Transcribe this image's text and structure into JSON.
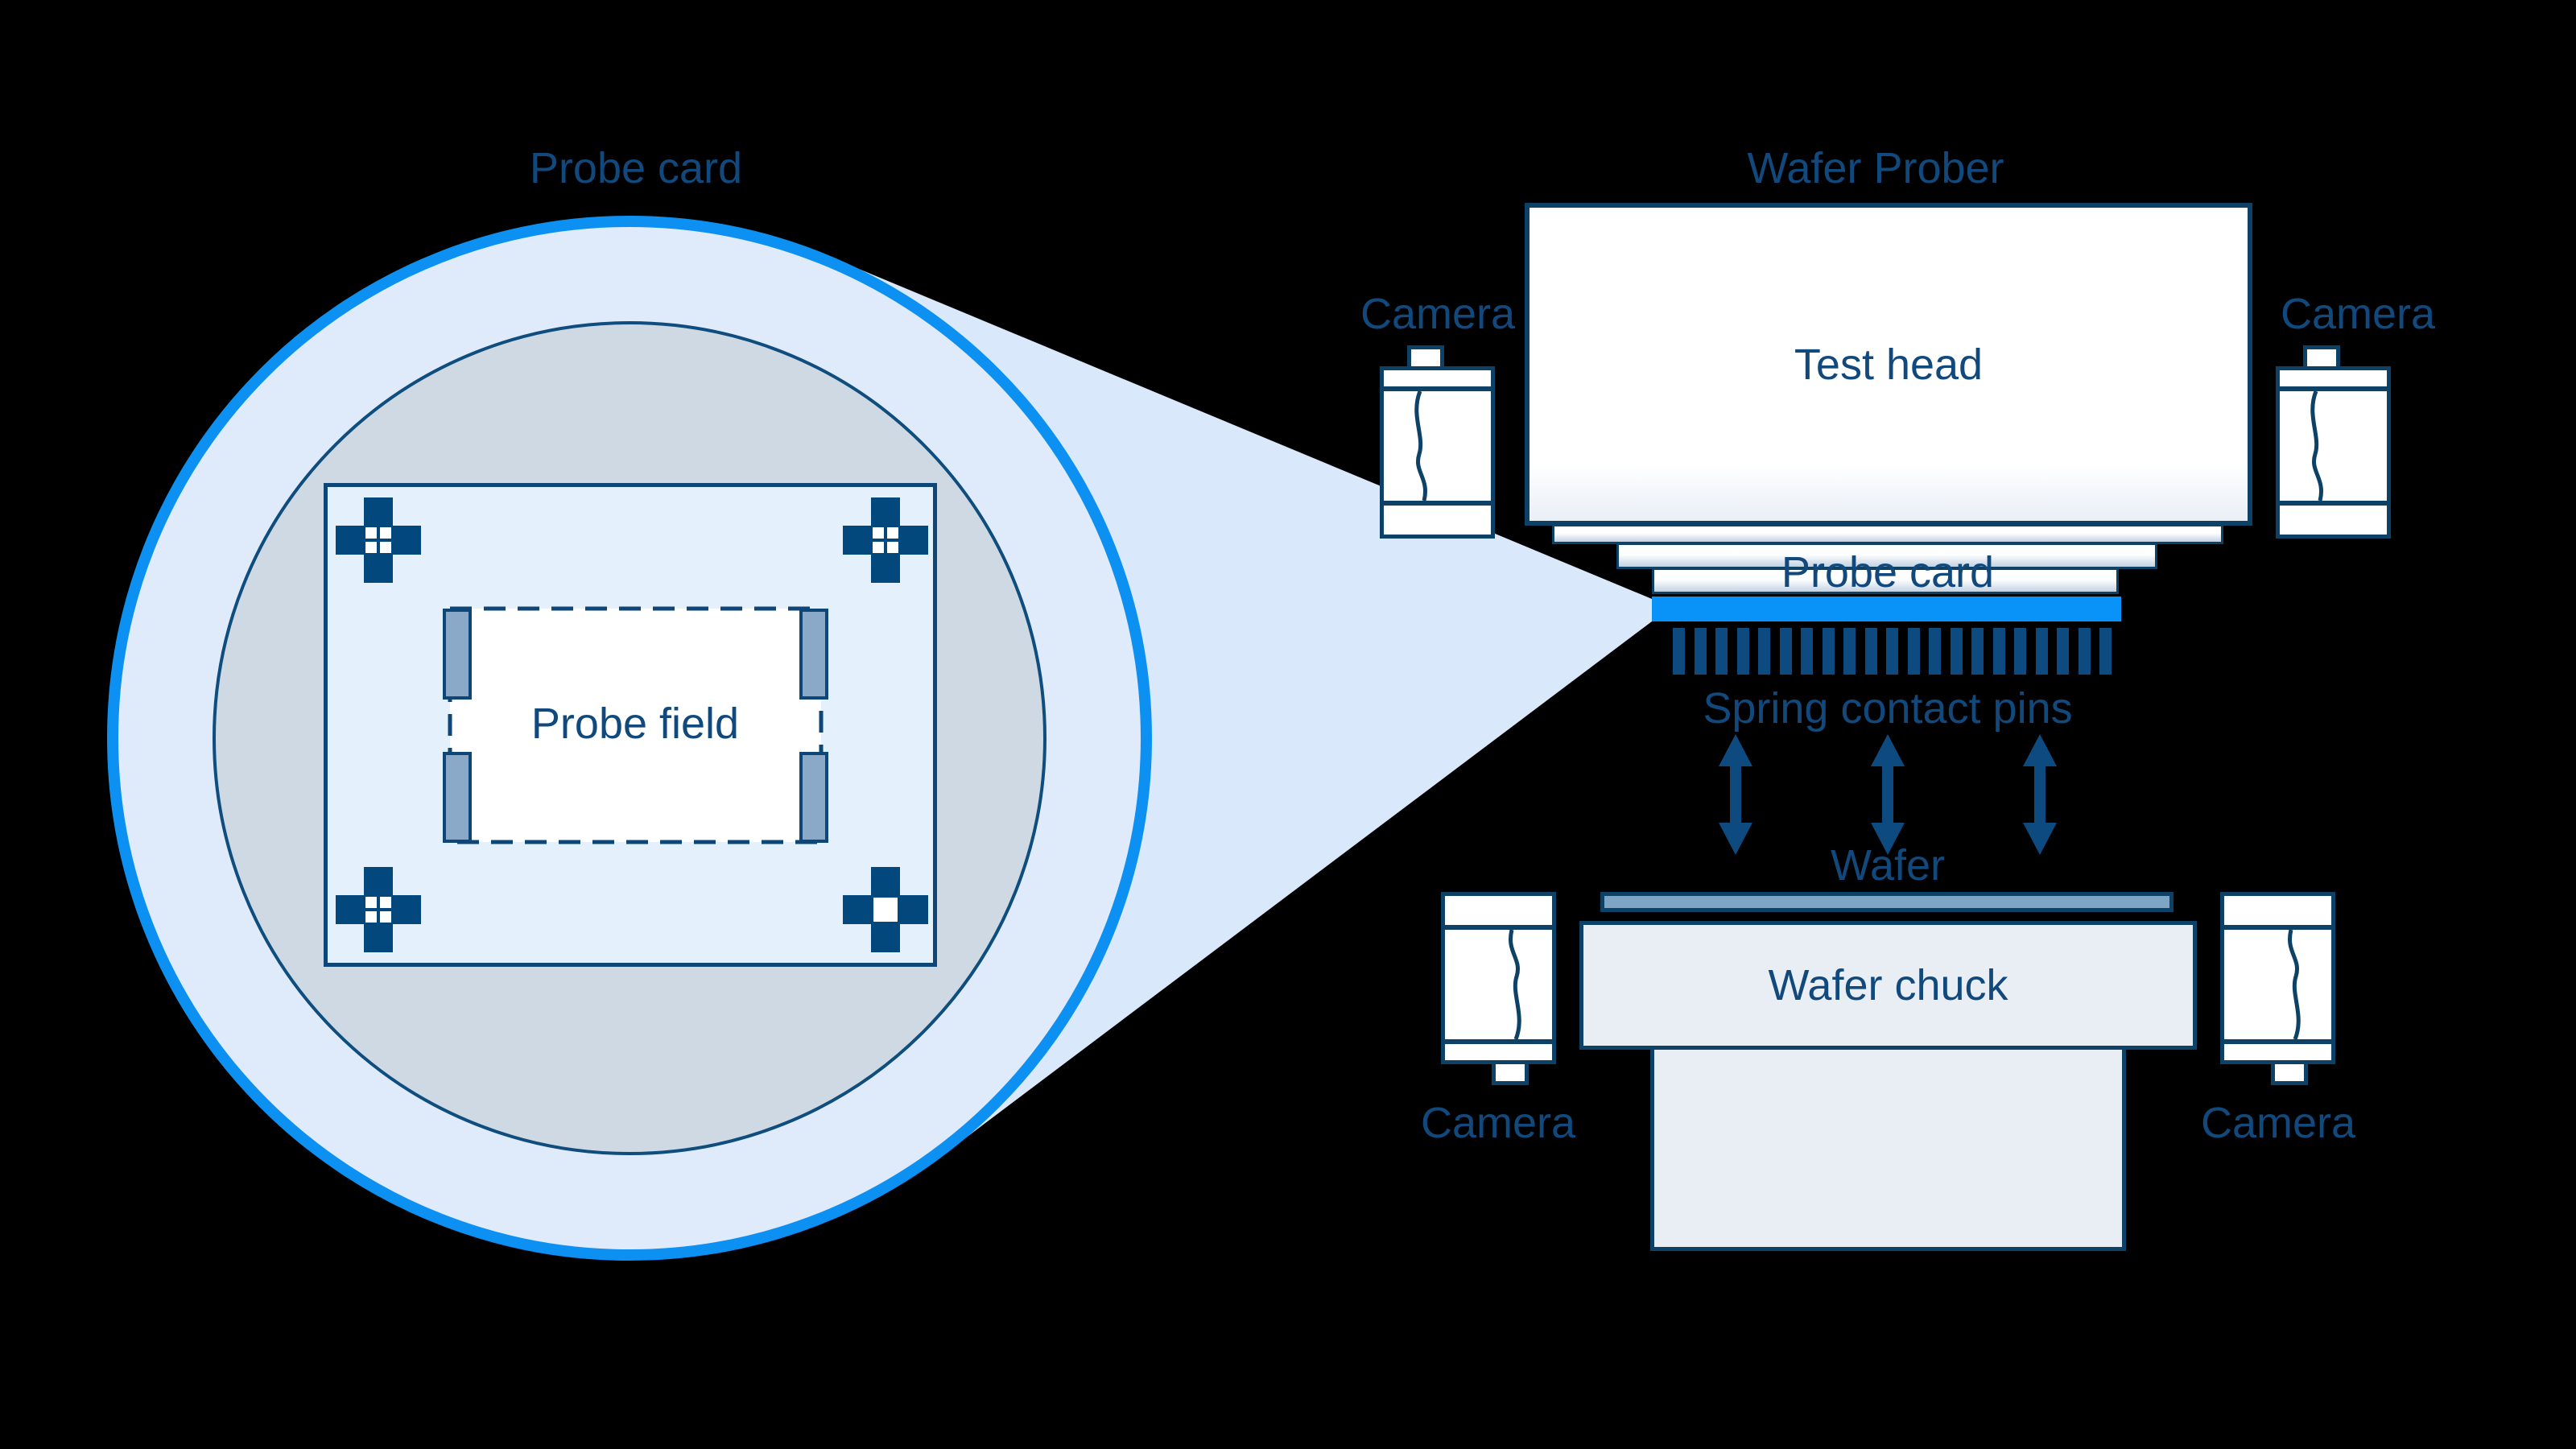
{
  "page": {
    "background": "#000000"
  },
  "colors": {
    "accent_blue": "#0c90f2",
    "probe_card_bar_blue": "#0993f8",
    "navy_text": "#11497d",
    "border_navy": "#0d4166",
    "cross_navy": "#02487d",
    "pin_navy": "#0d4a80",
    "cone_fill": "#d9e8fa",
    "lens_ring_fill": "#dfebfb",
    "inner_circle_fill": "#ced9e3",
    "pcb_fill": "#e4f1fd",
    "tab_fill": "#8aa8c7",
    "wafer_fill": "#7fa5c5",
    "chuck_fill": "#e9edf4"
  },
  "probe_card_detail": {
    "title": "Probe card",
    "probe_field_label": "Probe field",
    "alignment_marks": [
      {
        "position": "top-left",
        "style": "four-dot"
      },
      {
        "position": "top-right",
        "style": "four-dot"
      },
      {
        "position": "bottom-left",
        "style": "four-dot"
      },
      {
        "position": "bottom-right",
        "style": "one-dot"
      }
    ],
    "edge_tab_count": 4
  },
  "wafer_prober": {
    "title": "Wafer Prober",
    "test_head_label": "Test head",
    "probe_card_label": "Probe card",
    "spring_pins_label": "Spring contact pins",
    "spring_pins_count": 21,
    "motion_arrows_count": 3,
    "wafer_label": "Wafer",
    "wafer_chuck_label": "Wafer chuck",
    "cameras": [
      {
        "position": "top-left",
        "label": "Camera"
      },
      {
        "position": "top-right",
        "label": "Camera"
      },
      {
        "position": "bottom-left",
        "label": "Camera"
      },
      {
        "position": "bottom-right",
        "label": "Camera"
      }
    ]
  }
}
